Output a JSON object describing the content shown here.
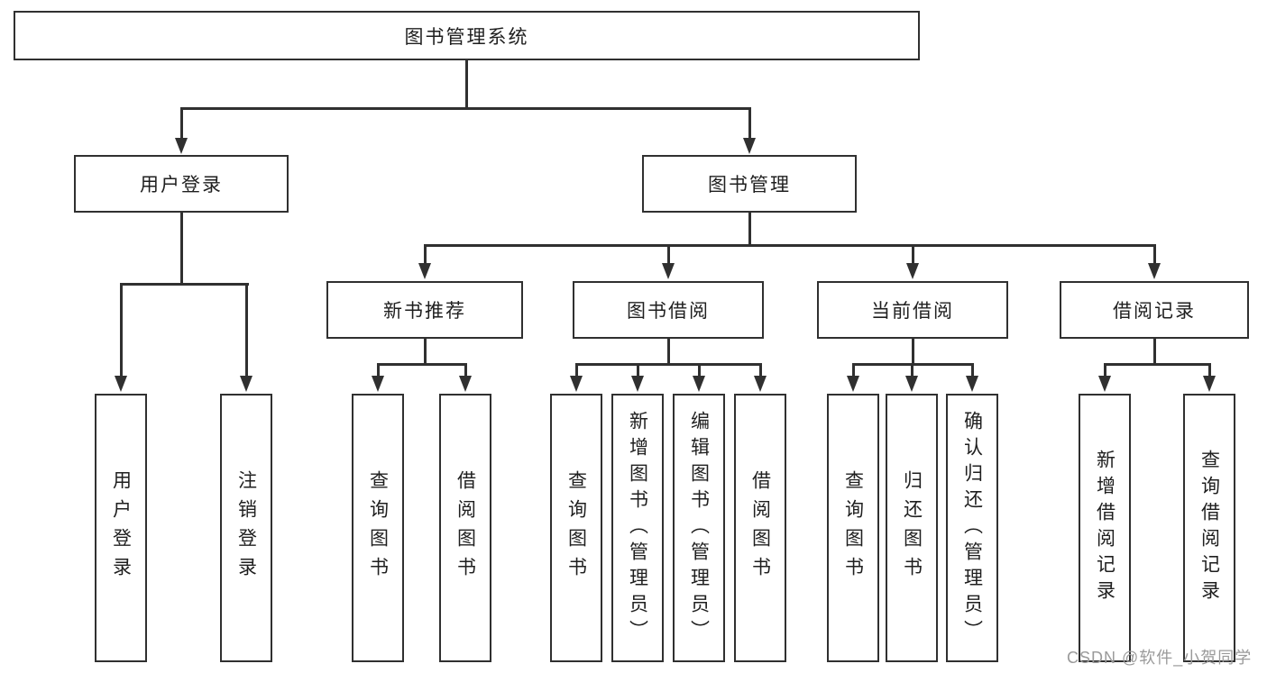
{
  "tree": {
    "label": "图书管理系统",
    "children": [
      {
        "label": "用户登录",
        "children": [
          {
            "label": "用户登录"
          },
          {
            "label": "注销登录"
          }
        ]
      },
      {
        "label": "图书管理",
        "children": [
          {
            "label": "新书推荐",
            "children": [
              {
                "label": "查询图书"
              },
              {
                "label": "借阅图书"
              }
            ]
          },
          {
            "label": "图书借阅",
            "children": [
              {
                "label": "查询图书"
              },
              {
                "label": "新增图书（管理员）"
              },
              {
                "label": "编辑图书（管理员）"
              },
              {
                "label": "借阅图书"
              }
            ]
          },
          {
            "label": "当前借阅",
            "children": [
              {
                "label": "查询图书"
              },
              {
                "label": "归还图书"
              },
              {
                "label": "确认归还（管理员）"
              }
            ]
          },
          {
            "label": "借阅记录",
            "children": [
              {
                "label": "新增借阅记录"
              },
              {
                "label": "查询借阅记录"
              }
            ]
          }
        ]
      }
    ]
  },
  "watermark": {
    "text": "CSDN @软件_小贺同学"
  },
  "colors": {
    "line": "#303030",
    "text": "#1f1f1f",
    "watermark": "#9a9a9a",
    "background": "#ffffff",
    "box_fill": "#ffffff"
  }
}
